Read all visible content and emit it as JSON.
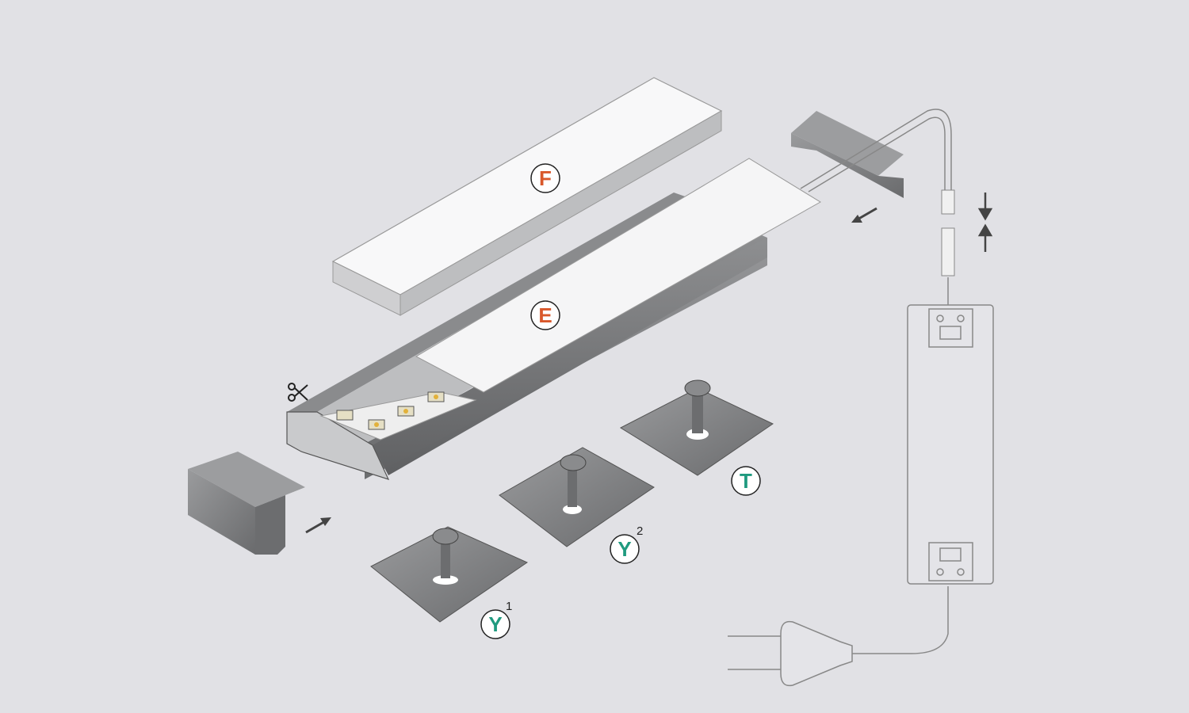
{
  "labels": {
    "cover_f": "F",
    "cover_e": "E",
    "clip_t": "T",
    "clip_y1": "Y",
    "clip_y1_index": "1",
    "clip_y2": "Y",
    "clip_y2_index": "2"
  },
  "colors": {
    "background": "#e1e1e5",
    "label_orange": "#d9582b",
    "label_teal": "#1f9a7f",
    "metal": "#7a7b7d",
    "diffuser": "#f7f7f8"
  },
  "icons": [
    "scissors-icon",
    "arrow-icon",
    "screw-icon",
    "power-plug-icon",
    "led-driver-icon",
    "connector-icon"
  ]
}
